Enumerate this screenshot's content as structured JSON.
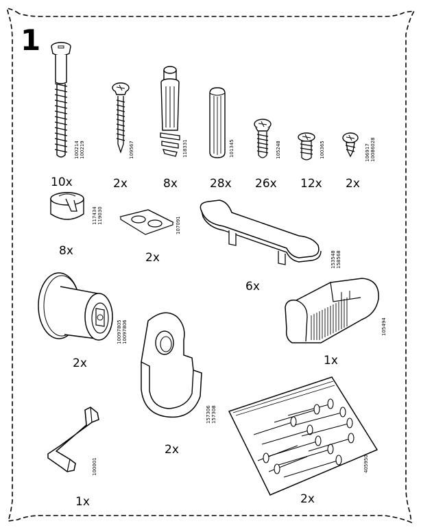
{
  "step_number": "1",
  "parts": [
    {
      "name": "cam-bolt",
      "qty": "10x",
      "codes": [
        "100214",
        "100219"
      ]
    },
    {
      "name": "pan-head-screw",
      "qty": "2x",
      "codes": [
        "109567"
      ]
    },
    {
      "name": "dowel-connector",
      "qty": "8x",
      "codes": [
        "118331"
      ]
    },
    {
      "name": "wood-dowel",
      "qty": "28x",
      "codes": [
        "101345"
      ]
    },
    {
      "name": "short-screw",
      "qty": "26x",
      "codes": [
        "105248"
      ]
    },
    {
      "name": "flat-screw",
      "qty": "12x",
      "codes": [
        "100365"
      ]
    },
    {
      "name": "tiny-screw",
      "qty": "2x",
      "codes": [
        "106917",
        "10086028"
      ]
    },
    {
      "name": "cam-lock",
      "qty": "8x",
      "codes": [
        "117434",
        "119030"
      ]
    },
    {
      "name": "bumper-pads",
      "qty": "2x",
      "codes": [
        "107091"
      ]
    },
    {
      "name": "handle",
      "qty": "6x",
      "codes": [
        "153548",
        "158568"
      ]
    },
    {
      "name": "wall-flange",
      "qty": "2x",
      "codes": [
        "10097805",
        "10097806"
      ]
    },
    {
      "name": "shelf-clip",
      "qty": "1x",
      "codes": [
        "105494"
      ]
    },
    {
      "name": "rail-bracket",
      "qty": "2x",
      "codes": [
        "157306",
        "157308"
      ]
    },
    {
      "name": "allen-key",
      "qty": "1x",
      "codes": [
        "100001"
      ]
    },
    {
      "name": "nail-bag",
      "qty": "2x",
      "codes": [
        "405950"
      ]
    }
  ]
}
